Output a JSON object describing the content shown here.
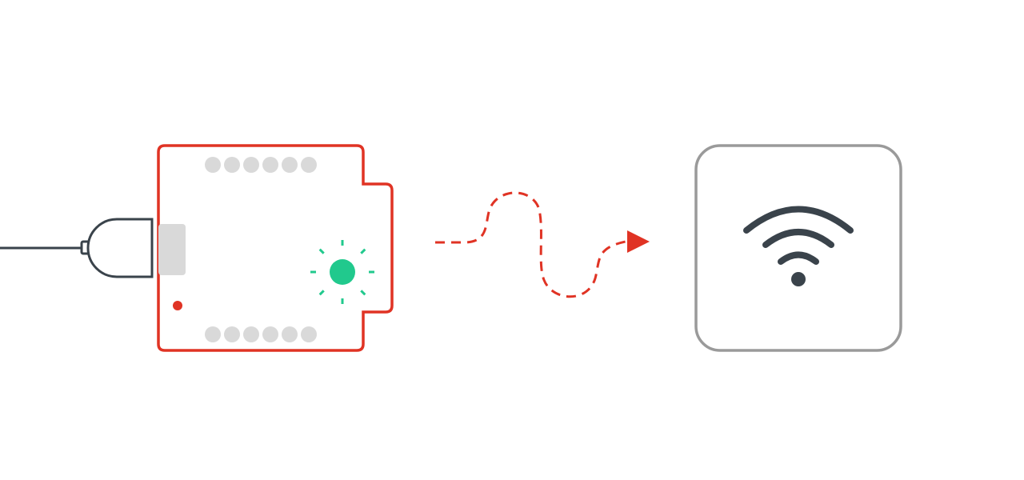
{
  "diagram": {
    "colors": {
      "background": "#ffffff",
      "board_outline": "#e03324",
      "pin": "#d9d9d9",
      "usb_port": "#d9d9d9",
      "cable": "#3a434b",
      "led_on": "#21c98d",
      "power_dot": "#e03324",
      "signal_path": "#e03324",
      "router_frame": "#9a9a9a",
      "wifi_icon": "#3a434b"
    },
    "board": {
      "top_header_pin_count": 6,
      "bottom_header_pin_count": 6,
      "status_led_state": "on",
      "power_led_state": "on"
    },
    "connection": {
      "style": "dashed",
      "direction": "board-to-router"
    },
    "router": {
      "icon": "wifi-icon"
    },
    "cable": {
      "icon": "usb-plug-icon"
    }
  }
}
